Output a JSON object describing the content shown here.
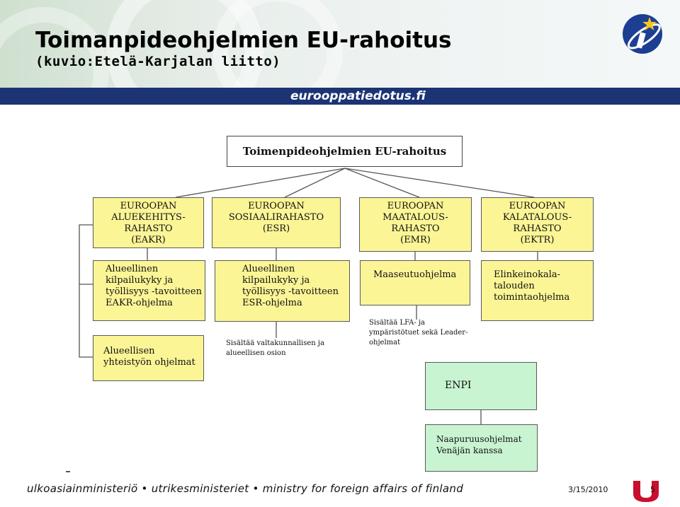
{
  "header": {
    "title": "Toimanpideohjelmien EU-rahoitus",
    "subtitle": "(kuvio:Etelä-Karjalan liitto)",
    "site": "eurooppatiedotus.fi"
  },
  "diagram": {
    "top_box": "Toimenpideohjelmien EU-rahoitus",
    "funds": [
      {
        "lines": [
          "EUROOPAN",
          "ALUEKEHITYS-",
          "RAHASTO",
          "(EAKR)"
        ]
      },
      {
        "lines": [
          "EUROOPAN",
          "SOSIAALIRAHASTO",
          "(ESR)"
        ]
      },
      {
        "lines": [
          "EUROOPAN",
          "MAATALOUS-",
          "RAHASTO",
          "(EMR)"
        ]
      },
      {
        "lines": [
          "EUROOPAN",
          "KALATALOUS-",
          "RAHASTO",
          "(EKTR)"
        ]
      }
    ],
    "programmes": [
      {
        "lines": [
          "Alueellinen",
          "kilpailukyky ja",
          "työllisyys -tavoitteen",
          "EAKR-ohjelma"
        ]
      },
      {
        "lines": [
          "Alueellinen",
          "kilpailukyky ja",
          "työllisyys -tavoitteen",
          "ESR-ohjelma"
        ]
      },
      {
        "lines": [
          "Maaseutuohjelma"
        ]
      },
      {
        "lines": [
          "Elinkeinokala-",
          "talouden",
          "toimintaohjelma"
        ]
      }
    ],
    "cooperation": [
      "Alueellisen",
      "yhteistyön ohjelmat"
    ],
    "note_esr": [
      "Sisältää valtakunnallisen ja",
      "alueellisen osion"
    ],
    "note_emr": [
      "Sisältää LFA- ja",
      "ympäristötuet sekä Leader-",
      "ohjelmat"
    ],
    "enpi": "ENPI",
    "neighbour": [
      "Naapuruusohjelmat",
      "Venäjän kanssa"
    ]
  },
  "footer": {
    "ministry": "ulkoasiainministeriö • utrikesministeriet • ministry for foreign affairs of finland",
    "date": "3/15/2010",
    "page": "5"
  },
  "colors": {
    "band": "#1c3474",
    "yellow": "#fbf596",
    "green": "#c8f4d2",
    "footer_logo": "#c8102e"
  }
}
